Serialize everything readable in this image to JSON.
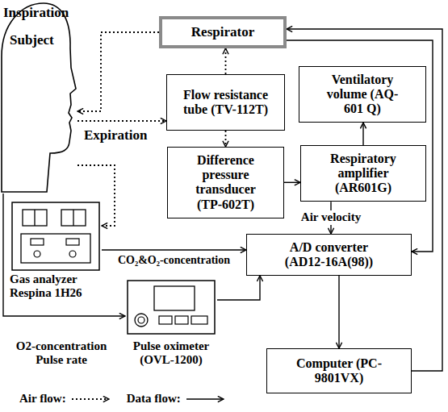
{
  "diagram": {
    "nodes": [
      {
        "text": [
          "Subject"
        ]
      },
      {
        "text": [
          "Respirator"
        ]
      },
      {
        "text": [
          "Flow resistance tube (TV-112T)"
        ]
      },
      {
        "text": [
          "Ventilatory volume (AQ-601 Q)"
        ]
      },
      {
        "text": [
          "Difference pressure transducer (TP-602T)"
        ]
      },
      {
        "text": [
          "Respiratory amplifier (AR601G)"
        ]
      },
      {
        "text": [
          "Gas analyzer Respina 1H26"
        ]
      },
      {
        "text": [
          "A/D converter (AD12-16A(98))"
        ]
      },
      {
        "text": [
          "Pulse oximeter (OVL-1200)"
        ]
      },
      {
        "text": [
          "Computer (PC-9801VX)"
        ]
      }
    ],
    "edges": [
      {
        "from": 1,
        "to": 0,
        "arrow": "to"
      },
      {
        "from": 0,
        "to": 2,
        "arrow": "to"
      },
      {
        "from": 2,
        "to": 1,
        "arrow": "to"
      },
      {
        "from": 2,
        "to": 4,
        "arrow": "to"
      },
      {
        "from": 4,
        "to": 5,
        "arrow": "to"
      },
      {
        "from": 5,
        "to": 3,
        "arrow": "to"
      },
      {
        "from": 5,
        "to": 7,
        "label": "Air velocity",
        "arrow": "to"
      },
      {
        "from": 6,
        "to": 7,
        "label": "CO₂&O₂-concentration",
        "arrow": "to"
      },
      {
        "from": 0,
        "to": 6,
        "arrow": "to"
      },
      {
        "from": 0,
        "to": 8,
        "arrow": "to"
      },
      {
        "from": 8,
        "to": 7,
        "arrow": "to"
      },
      {
        "from": 7,
        "to": 9,
        "arrow": "to"
      },
      {
        "from": 9,
        "to": 1,
        "arrow": "to"
      },
      {
        "from": 1,
        "to": 7,
        "arrow": "to"
      }
    ],
    "labels": [
      "Inspiration",
      "Expiration",
      "O2-concentration Pulse rate"
    ],
    "legend": [
      {
        "text": "Air flow:"
      },
      {
        "text": "Data flow:"
      }
    ]
  }
}
